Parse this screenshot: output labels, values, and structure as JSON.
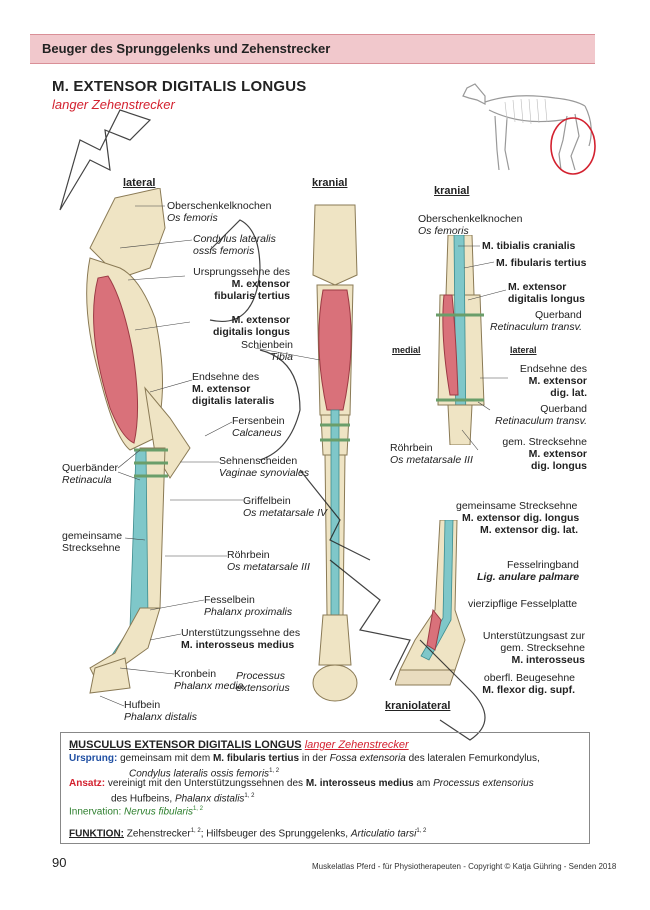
{
  "header": "Beuger des Sprunggelenks und Zehenstrecker",
  "title": "M. EXTENSOR DIGITALIS LONGUS",
  "subtitle": "langer Zehenstrecker",
  "views": {
    "lateral": "lateral",
    "kranial_mid": "kranial",
    "kranial_right": "kranial",
    "medial": "medial",
    "lateral_small": "lateral",
    "kraniolateral": "kraniolateral"
  },
  "left_labels": {
    "femur_de": "Oberschenkelknochen",
    "femur_la": "Os femoris",
    "condylus1": "Condylus lateralis",
    "condylus2": "ossis femoris",
    "ursprung1": "Ursprungssehne des",
    "ursprung2": "M. extensor",
    "ursprung3": "fibularis tertius",
    "edl1": "M. extensor",
    "edl2": "digitalis longus",
    "tibia_de": "Schienbein",
    "tibia_la": "Tibia",
    "end1": "Endsehne des",
    "end2": "M. extensor",
    "end3": "digitalis lateralis",
    "calc_de": "Fersenbein",
    "calc_la": "Calcaneus",
    "quer_de": "Querbänder",
    "quer_la": "Retinacula",
    "sehnensch_de": "Sehnenscheiden",
    "sehnensch_la": "Vaginae synoviales",
    "griffel_de": "Griffelbein",
    "griffel_la": "Os metatarsale IV",
    "gem1": "gemeinsame",
    "gem2": "Strecksehne",
    "roehr_de": "Röhrbein",
    "roehr_la": "Os metatarsale III",
    "fessel_de": "Fesselbein",
    "fessel_la": "Phalanx proximalis",
    "unter1": "Unterstützungssehne des",
    "unter2": "M. interosseus medius",
    "kron_de": "Kronbein",
    "kron_la": "Phalanx media",
    "huf_de": "Hufbein",
    "huf_la": "Phalanx distalis",
    "proc1": "Processus",
    "proc2": "extensorius"
  },
  "right_labels": {
    "femur_de": "Oberschenkelknochen",
    "femur_la": "Os femoris",
    "tib_cran": "M. tibialis cranialis",
    "fib_tert": "M. fibularis tertius",
    "edl1": "M. extensor",
    "edl2": "digitalis longus",
    "quer1_de": "Querband",
    "quer1_la": "Retinaculum transv.",
    "end1": "Endsehne des",
    "end2": "M. extensor",
    "end3": "dig. lat.",
    "quer2_de": "Querband",
    "quer2_la": "Retinaculum transv.",
    "roehr_de": "Röhrbein",
    "roehr_la": "Os metatarsale III",
    "gem1": "gem. Strecksehne",
    "gem2": "M. extensor",
    "gem3": "dig. longus"
  },
  "lower_labels": {
    "gem1": "gemeinsame Strecksehne",
    "gem2": "M. extensor dig. longus",
    "gem3": "M. extensor dig. lat.",
    "fring1": "Fesselringband",
    "fring2": "Lig. anulare palmare",
    "vierz": "vierzipflige Fesselplatte",
    "ust1": "Unterstützungsast zur",
    "ust2": "gem. Strecksehne",
    "ust3": "M. interosseus",
    "ober1": "oberfl. Beugesehne",
    "ober2": "M. flexor dig. supf."
  },
  "info": {
    "heading": "MUSCULUS EXTENSOR DIGITALIS LONGUS",
    "heading_sub": "langer Zehenstrecker",
    "ursprung_label": "Ursprung:",
    "ursprung_a": "gemeinsam mit dem",
    "ursprung_b": "M. fibularis tertius",
    "ursprung_c": "in der",
    "ursprung_d": "Fossa extensoria",
    "ursprung_e": "des lateralen Femurkondylus,",
    "ursprung_f": "Condylus lateralis ossis femoris",
    "ansatz_label": "Ansatz:",
    "ansatz_a": "vereinigt mit den Unterstützungssehnen des",
    "ansatz_b": "M. interosseus medius",
    "ansatz_c": "am",
    "ansatz_d": "Processus extensorius",
    "ansatz_e": "des Hufbeins,",
    "ansatz_f": "Phalanx distalis",
    "innerv_label": "Innervation:",
    "innerv_val": "Nervus fibularis",
    "funktion_label": "FUNKTION:",
    "funktion_a": "Zehenstrecker",
    "funktion_b": "; Hilfsbeuger des Sprunggelenks,",
    "funktion_c": "Articulatio tarsi",
    "sup": "1, 2"
  },
  "page_number": "90",
  "footer": "Muskelatlas Pferd - für Physiotherapeuten - Copyright © Katja Gühring - Senden 2018",
  "colors": {
    "muscle": "#d9717a",
    "tendon": "#7fc7c9",
    "bone": "#efe4c4",
    "accent": "#d3212f",
    "header": "#f1c8cc"
  }
}
